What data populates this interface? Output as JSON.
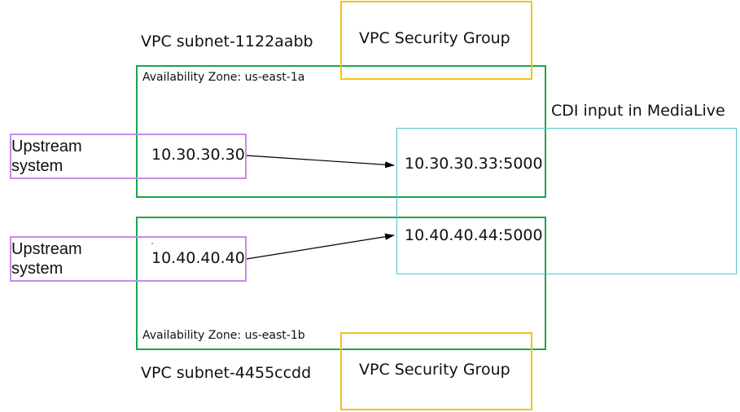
{
  "subnet_a": {
    "label": "VPC subnet-1122aabb",
    "availability_zone": "Availability Zone: us-east-1a"
  },
  "subnet_b": {
    "label": "VPC subnet-4455ccdd",
    "availability_zone": "Availability Zone: us-east-1b"
  },
  "security_group_top": {
    "label": "VPC Security Group"
  },
  "security_group_bottom": {
    "label": "VPC Security Group"
  },
  "mediaLive": {
    "label": "CDI input in MediaLive",
    "endpoint_a": "10.30.30.33:5000",
    "endpoint_b": "10.40.40.44:5000"
  },
  "upstream_top": {
    "line1": "Upstream",
    "line2": "system",
    "ip": "10.30.30.30"
  },
  "upstream_bottom": {
    "line1": "Upstream",
    "line2": "system",
    "ip": "10.40.40.40"
  },
  "colors": {
    "availability_zone": "#1aa64a",
    "security_group": "#f2c21b",
    "medialive": "#4cc6d6",
    "upstream": "#c98ce6",
    "arrow": "#000000"
  }
}
